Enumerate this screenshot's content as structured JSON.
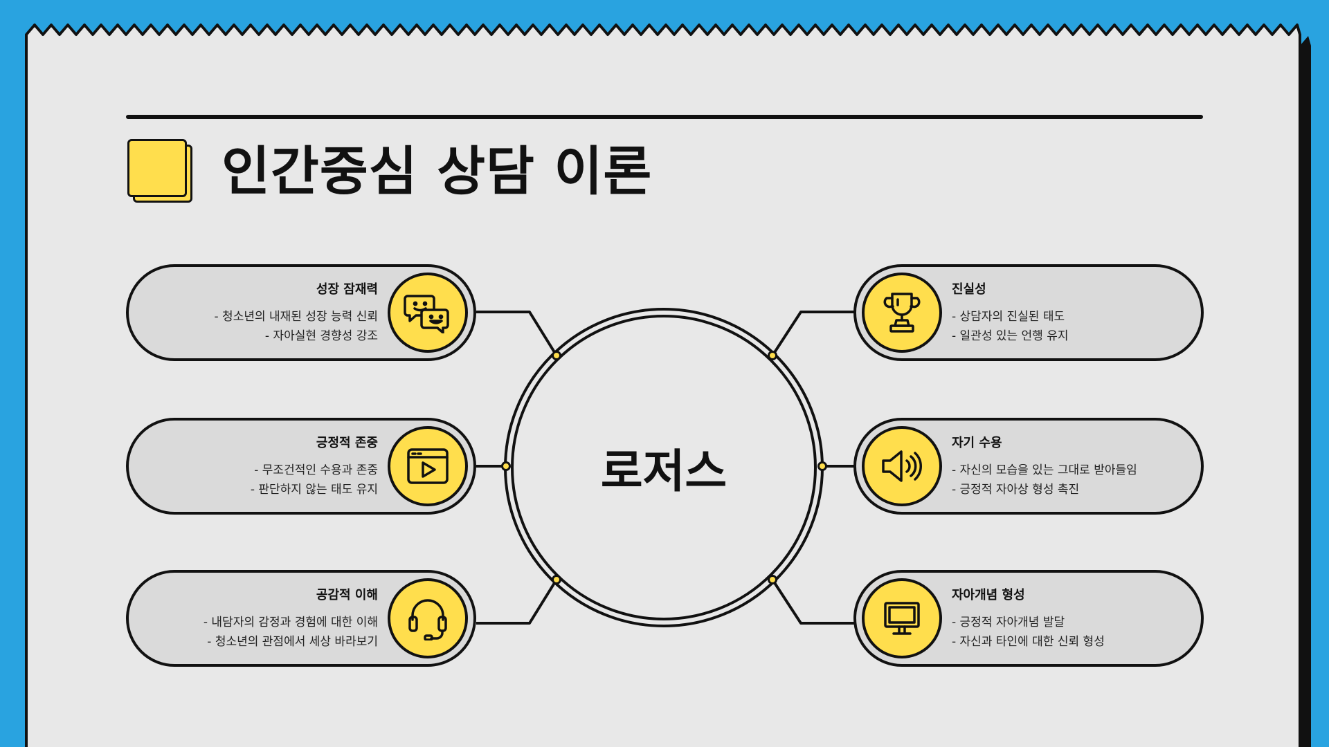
{
  "title": "인간중심 상담 이론",
  "center": "로저스",
  "colors": {
    "background": "#29A3E0",
    "paper": "#E8E8E8",
    "accent": "#FFDE4D",
    "ink": "#111111",
    "card": "#DADADA"
  },
  "left_items": [
    {
      "heading": "성장 잠재력",
      "lines": [
        "- 청소년의 내재된 성장 능력 신뢰",
        "- 자아실현 경향성 강조"
      ],
      "icon": "chat-icon"
    },
    {
      "heading": "긍정적 존중",
      "lines": [
        "- 무조건적인 수용과 존중",
        "- 판단하지 않는 태도 유지"
      ],
      "icon": "video-player-icon"
    },
    {
      "heading": "공감적 이해",
      "lines": [
        "- 내담자의 감정과 경험에 대한 이해",
        "- 청소년의 관점에서 세상 바라보기"
      ],
      "icon": "headset-icon"
    }
  ],
  "right_items": [
    {
      "heading": "진실성",
      "lines": [
        "- 상담자의 진실된 태도",
        "- 일관성 있는 언행 유지"
      ],
      "icon": "trophy-icon"
    },
    {
      "heading": "자기 수용",
      "lines": [
        "- 자신의 모습을 있는 그대로 받아들임",
        "- 긍정적 자아상 형성 촉진"
      ],
      "icon": "speaker-icon"
    },
    {
      "heading": "자아개념 형성",
      "lines": [
        "- 긍정적 자아개념 발달",
        "- 자신과 타인에 대한 신뢰 형성"
      ],
      "icon": "monitor-icon"
    }
  ]
}
